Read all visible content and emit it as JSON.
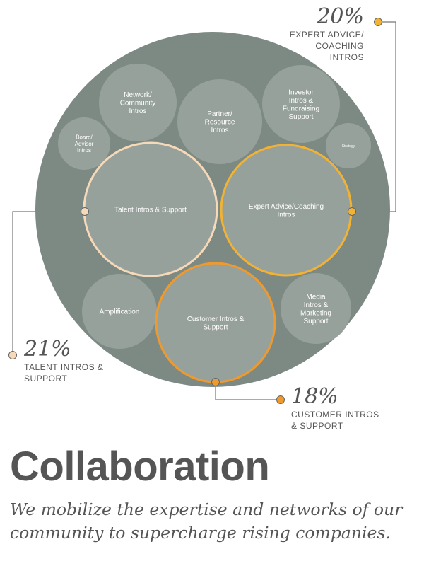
{
  "colors": {
    "outer": "#7d8a84",
    "inner": "#97a19c",
    "talent": "#f6d9b8",
    "expert": "#f2b233",
    "customer": "#ef9a2e",
    "text": "#555555"
  },
  "bubbles": [
    {
      "id": "network",
      "label": [
        "Network/",
        "Community",
        "Intros"
      ]
    },
    {
      "id": "partner",
      "label": [
        "Partner/",
        "Resource",
        "Intros"
      ]
    },
    {
      "id": "investor",
      "label": [
        "Investor",
        "Intros &",
        "Fundraising",
        "Support"
      ]
    },
    {
      "id": "board",
      "label": [
        "Board/",
        "Advisor",
        "Intros"
      ]
    },
    {
      "id": "strategy",
      "label": [
        "Strategy"
      ]
    },
    {
      "id": "talent",
      "label": [
        "Talent Intros & Support"
      ]
    },
    {
      "id": "expert",
      "label": [
        "Expert Advice/Coaching",
        "Intros"
      ]
    },
    {
      "id": "amplification",
      "label": [
        "Amplification"
      ]
    },
    {
      "id": "customer",
      "label": [
        "Customer Intros &",
        "Support"
      ]
    },
    {
      "id": "media",
      "label": [
        "Media",
        "Intros &",
        "Marketing",
        "Support"
      ]
    }
  ],
  "callouts": {
    "expert": {
      "percent": "20%",
      "caption": [
        "EXPERT ADVICE/",
        "COACHING",
        "INTROS"
      ]
    },
    "talent": {
      "percent": "21%",
      "caption": [
        "TALENT INTROS &",
        "SUPPORT"
      ]
    },
    "customer": {
      "percent": "18%",
      "caption": [
        "CUSTOMER INTROS",
        "& SUPPORT"
      ]
    }
  },
  "title": "Collaboration",
  "subtitle": "We mobilize the expertise and networks of our community to supercharge rising companies."
}
